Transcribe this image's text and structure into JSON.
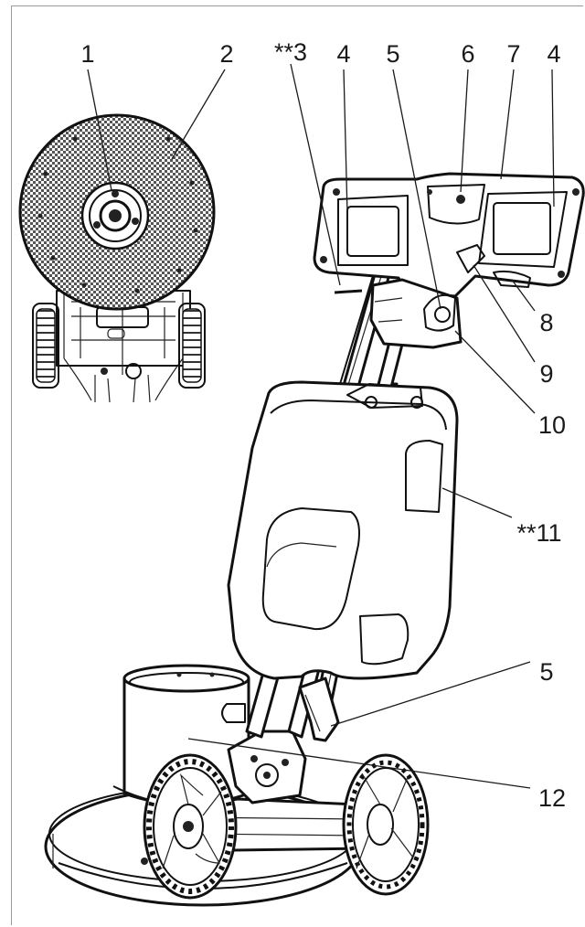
{
  "figure": {
    "labels": {
      "l1": "1",
      "l2": "2",
      "l3": "**3",
      "l4a": "4",
      "l5a": "5",
      "l6": "6",
      "l7": "7",
      "l4b": "4",
      "l8": "8",
      "l9": "9",
      "l10": "10",
      "l11": "**11",
      "l5b": "5",
      "l12": "12"
    }
  }
}
